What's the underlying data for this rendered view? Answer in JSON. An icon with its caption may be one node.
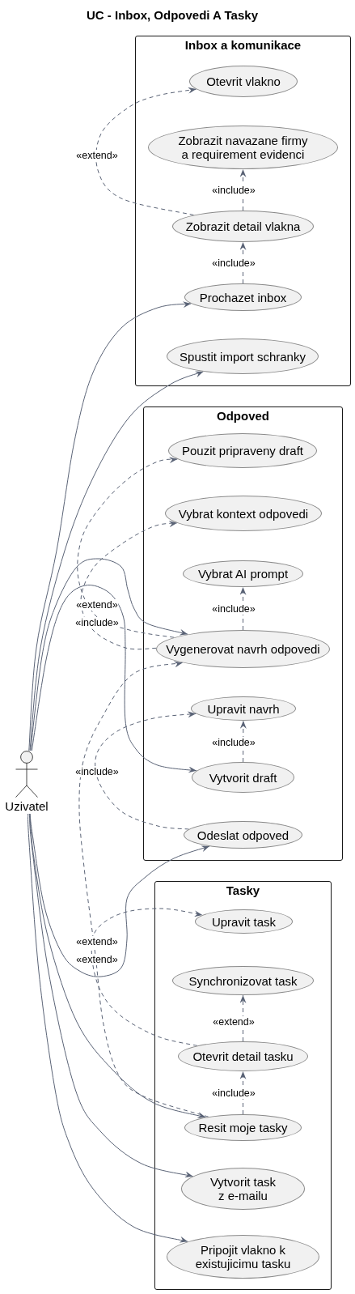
{
  "diagram": {
    "title": "UC - Inbox, Odpovedi A Tasky",
    "nodes": [
      {
        "text": [
          "Uzivatel"
        ]
      },
      {
        "text": [
          "Inbox a komunikace"
        ]
      },
      {
        "text": [
          "Otevrit vlakno"
        ],
        "in": 1
      },
      {
        "text": [
          "Zobrazit navazane firmy a requirement evidenci"
        ],
        "in": 1
      },
      {
        "text": [
          "Zobrazit detail vlakna"
        ],
        "in": 1
      },
      {
        "text": [
          "Prochazet inbox"
        ],
        "in": 1
      },
      {
        "text": [
          "Spustit import schranky"
        ],
        "in": 1
      },
      {
        "text": [
          "Odpoved"
        ]
      },
      {
        "text": [
          "Pouzit pripraveny draft"
        ],
        "in": 7
      },
      {
        "text": [
          "Vybrat kontext odpovedi"
        ],
        "in": 7
      },
      {
        "text": [
          "Vybrat AI prompt"
        ],
        "in": 7
      },
      {
        "text": [
          "Vygenerovat navrh odpovedi"
        ],
        "in": 7
      },
      {
        "text": [
          "Upravit navrh"
        ],
        "in": 7
      },
      {
        "text": [
          "Vytvorit draft"
        ],
        "in": 7
      },
      {
        "text": [
          "Odeslat odpoved"
        ],
        "in": 7
      },
      {
        "text": [
          "Tasky"
        ]
      },
      {
        "text": [
          "Upravit task"
        ],
        "in": 15
      },
      {
        "text": [
          "Synchronizovat task"
        ],
        "in": 15
      },
      {
        "text": [
          "Otevrit detail tasku"
        ],
        "in": 15
      },
      {
        "text": [
          "Resit moje tasky"
        ],
        "in": 15
      },
      {
        "text": [
          "Vytvorit task z e-mailu"
        ],
        "in": 15
      },
      {
        "text": [
          "Pripojit vlakno k existujicimu tasku"
        ],
        "in": 15
      }
    ],
    "edges": [
      {
        "from": 4,
        "to": 2,
        "arrow": "to",
        "label": "«extend»",
        "style": "dashed"
      },
      {
        "from": 4,
        "to": 3,
        "arrow": "to",
        "label": "«include»",
        "style": "dashed"
      },
      {
        "from": 5,
        "to": 4,
        "arrow": "to",
        "label": "«include»",
        "style": "dashed"
      },
      {
        "from": 0,
        "to": 5,
        "arrow": "to"
      },
      {
        "from": 0,
        "to": 6,
        "arrow": "to"
      },
      {
        "from": 11,
        "to": 8,
        "arrow": "to",
        "label": "«extend»",
        "style": "dashed"
      },
      {
        "from": 11,
        "to": 9,
        "arrow": "to",
        "label": "«include»",
        "style": "dashed"
      },
      {
        "from": 11,
        "to": 10,
        "arrow": "to",
        "label": "«include»",
        "style": "dashed"
      },
      {
        "from": 0,
        "to": 11,
        "arrow": "to"
      },
      {
        "from": 13,
        "to": 12,
        "arrow": "to",
        "label": "«include»",
        "style": "dashed"
      },
      {
        "from": 0,
        "to": 13,
        "arrow": "to"
      },
      {
        "from": 14,
        "to": 12,
        "arrow": "to",
        "label": "«include»",
        "style": "dashed"
      },
      {
        "from": 0,
        "to": 14,
        "arrow": "to"
      },
      {
        "from": 19,
        "to": 11,
        "arrow": "to",
        "label": "«extend»",
        "style": "dashed"
      },
      {
        "from": 18,
        "to": 16,
        "arrow": "to",
        "label": "«extend»",
        "style": "dashed"
      },
      {
        "from": 18,
        "to": 17,
        "arrow": "to",
        "label": "«extend»",
        "style": "dashed"
      },
      {
        "from": 19,
        "to": 18,
        "arrow": "to",
        "label": "«include»",
        "style": "dashed"
      },
      {
        "from": 0,
        "to": 19,
        "arrow": "to"
      },
      {
        "from": 0,
        "to": 20,
        "arrow": "to"
      },
      {
        "from": 0,
        "to": 21,
        "arrow": "to"
      }
    ]
  }
}
